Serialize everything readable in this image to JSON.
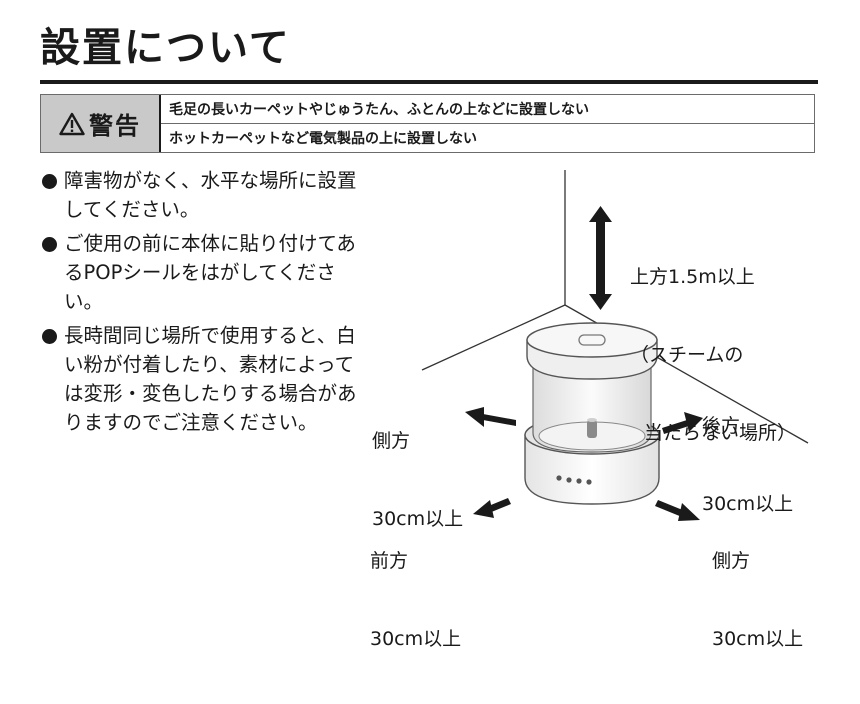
{
  "title": "設置について",
  "warning": {
    "label": "警告",
    "items": [
      "毛足の長いカーペットやじゅうたん、ふとんの上などに設置しない",
      "ホットカーペットなど電気製品の上に設置しない"
    ]
  },
  "bullets": [
    "障害物がなく、水平な場所に設置してください。",
    "ご使用の前に本体に貼り付けてあるPOPシールをはがしてください。",
    "長時間同じ場所で使用すると、白い粉が付着したり、素材によっては変形・変色したりする場合がありますのでご注意ください。"
  ],
  "diagram": {
    "top": {
      "line1": "上方1.5m以上",
      "line2": "（スチームの",
      "line3": "当たらない場所）"
    },
    "side_left": {
      "line1": "側方",
      "line2": "30cm以上"
    },
    "back": {
      "line1": "後方",
      "line2": "30cm以上"
    },
    "front": {
      "line1": "前方",
      "line2": "30cm以上"
    },
    "side_right": {
      "line1": "側方",
      "line2": "30cm以上"
    }
  }
}
